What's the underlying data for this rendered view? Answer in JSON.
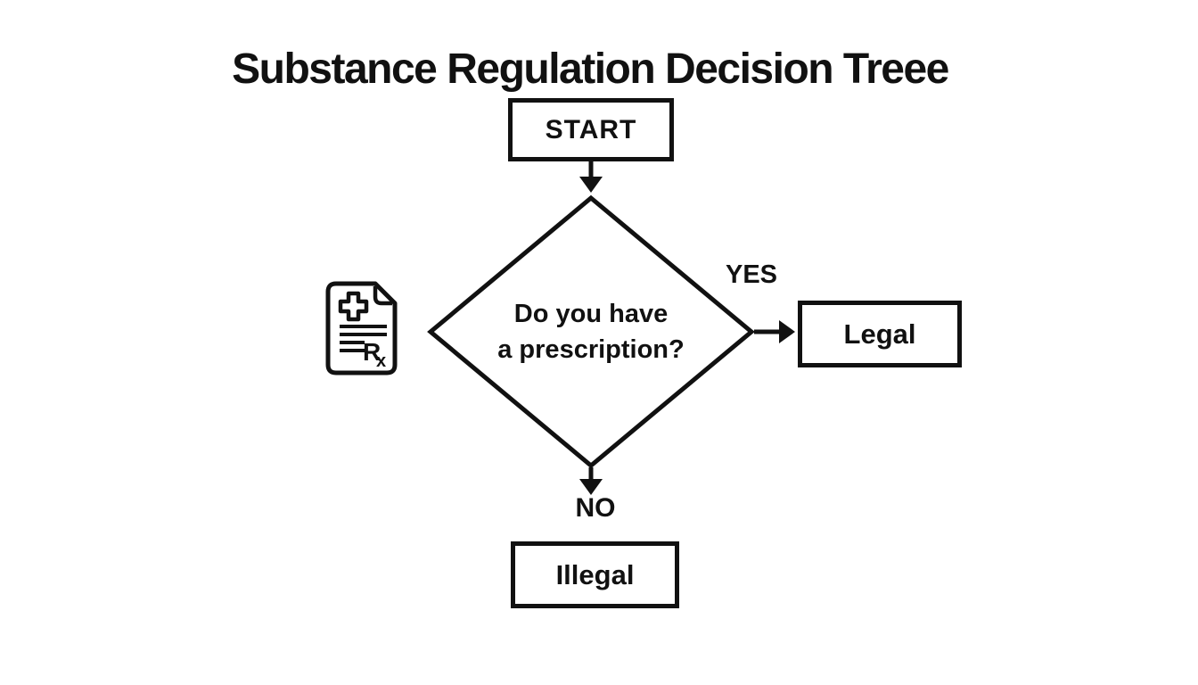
{
  "title": "Substance Regulation Decision Treee",
  "diagram": {
    "type": "flowchart",
    "nodes": [
      {
        "id": "start",
        "shape": "rectangle",
        "label": "START"
      },
      {
        "id": "decision",
        "shape": "diamond",
        "label": "Do you have a prescription?",
        "line1": "Do you have",
        "line2": "a prescription?"
      },
      {
        "id": "legal",
        "shape": "rectangle",
        "label": "Legal"
      },
      {
        "id": "illegal",
        "shape": "rectangle",
        "label": "Illegal"
      }
    ],
    "edges": [
      {
        "from": "start",
        "to": "decision",
        "label": ""
      },
      {
        "from": "decision",
        "to": "legal",
        "label": "YES"
      },
      {
        "from": "decision",
        "to": "illegal",
        "label": "NO"
      }
    ]
  },
  "icon": {
    "name": "prescription-rx-document-icon",
    "rx_r": "R",
    "rx_x": "x"
  },
  "colors": {
    "ink": "#111111",
    "background": "#ffffff"
  }
}
